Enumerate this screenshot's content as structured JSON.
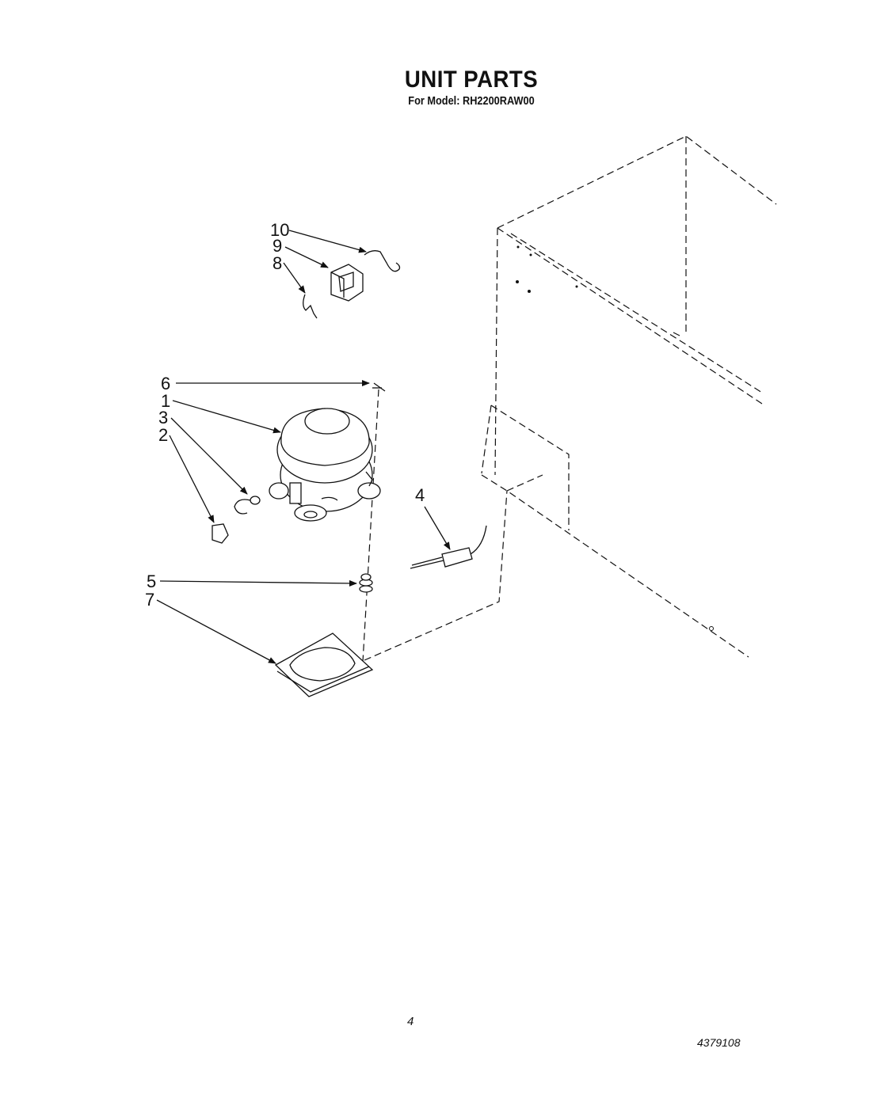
{
  "header": {
    "title": "UNIT PARTS",
    "subtitle": "For Model: RH2200RAW00"
  },
  "callouts": [
    "10",
    "9",
    "8",
    "6",
    "1",
    "3",
    "2",
    "4",
    "5",
    "7"
  ],
  "footer": {
    "page_number": "4",
    "doc_number": "4379108"
  }
}
